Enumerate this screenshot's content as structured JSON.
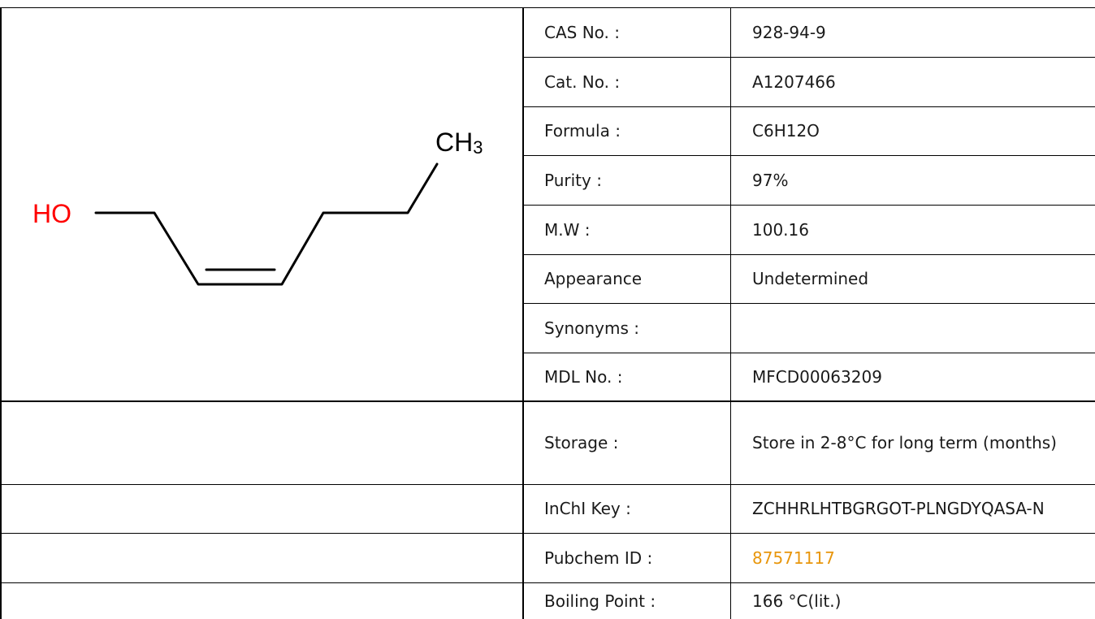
{
  "structure": {
    "hydroxyl_label": "HO",
    "methyl_label": "CH",
    "methyl_subscript": "3",
    "hydroxyl_color": "#ff0000",
    "bond_color": "#000000"
  },
  "properties": [
    {
      "label": "CAS No. :",
      "value": "928-94-9"
    },
    {
      "label": "Cat. No. :",
      "value": "A1207466"
    },
    {
      "label": "Formula :",
      "value": "C6H12O"
    },
    {
      "label": "Purity :",
      "value": "97%"
    },
    {
      "label": "M.W :",
      "value": "100.16"
    },
    {
      "label": "Appearance",
      "value": "Undetermined"
    },
    {
      "label": "Synonyms :",
      "value": ""
    },
    {
      "label": "MDL No. :",
      "value": "MFCD00063209"
    },
    {
      "label": "Storage :",
      "value": "Store in 2-8°C for long term (months)"
    },
    {
      "label": "InChI Key :",
      "value": "ZCHHRLHTBGRGOT-PLNGDYQASA-N"
    },
    {
      "label": "Pubchem ID :",
      "value": "87571117"
    },
    {
      "label": "Boiling Point :",
      "value": "166 °C(lit.)"
    }
  ],
  "link_color": "#e8960c"
}
